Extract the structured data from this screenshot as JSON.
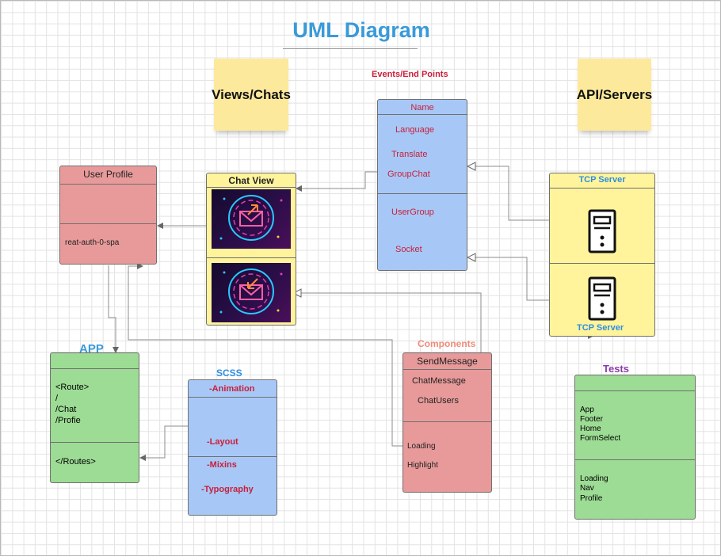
{
  "title": "UML Diagram",
  "sticky_notes": {
    "views": "Views/Chats",
    "api": "API/Servers"
  },
  "events": {
    "header": "Events/End Points",
    "name": "Name",
    "items_top": [
      "Language",
      "Translate",
      "GroupChat"
    ],
    "items_bottom": [
      "UserGroup",
      "Socket"
    ]
  },
  "user_profile": {
    "name": "User Profile",
    "item": "reat-auth-0-spa"
  },
  "chat_view": {
    "name": "Chat View"
  },
  "tcp": {
    "label_top": "TCP Server",
    "label_bottom": "TCP Server"
  },
  "app": {
    "header": "APP",
    "routes": [
      "<Route>",
      "/",
      "/Chat",
      "/Profie"
    ],
    "close": "</Routes>"
  },
  "scss": {
    "header": "SCSS",
    "items_top": [
      "-Animation",
      "-Layout"
    ],
    "items_bottom": [
      "-Mixins",
      "-Typography"
    ]
  },
  "components": {
    "header": "Components",
    "name": "SendMessage",
    "items_top": [
      "ChatMessage",
      "ChatUsers"
    ],
    "items_bottom": [
      "Loading",
      "Highlight"
    ]
  },
  "tests": {
    "header": "Tests",
    "items_top": [
      "App",
      "Footer",
      "Home",
      "FormSelect"
    ],
    "items_bottom": [
      "Loading",
      "Nav",
      "Profile"
    ]
  },
  "colors": {
    "title": "#3a9ad9",
    "sticky": "#fde99b",
    "red_box": "#e89a9a",
    "blue_box": "#a7c8f7",
    "yellow_box": "#fff49b",
    "green_box": "#9ddc94",
    "crimson_text": "#c8203b",
    "blue_text": "#2f8ee0",
    "salmon_text": "#f08b79",
    "purple_text": "#8b3aa8"
  }
}
